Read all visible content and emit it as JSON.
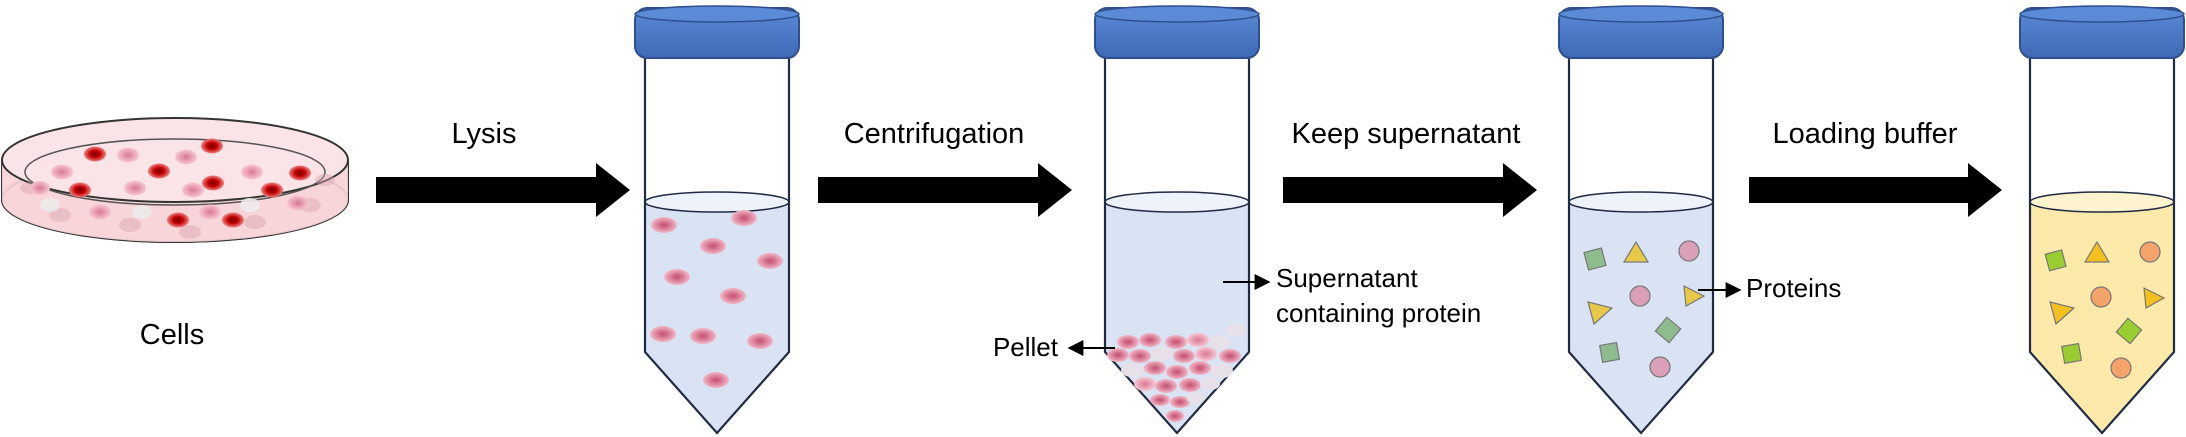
{
  "steps": {
    "cells_label": "Cells",
    "lysis_label": "Lysis",
    "centrifugation_label": "Centrifugation",
    "keep_supernatant_label": "Keep supernatant",
    "loading_buffer_label": "Loading buffer"
  },
  "annotations": {
    "pellet_label": "Pellet",
    "supernatant_line1": "Supernatant",
    "supernatant_line2": "containing protein",
    "proteins_label": "Proteins"
  },
  "colors": {
    "cap": "#4472c4",
    "cap_stroke": "#2f4f8f",
    "tube_stroke": "#1f2a44",
    "liquid_blue": "#dae3f3",
    "liquid_yellow": "#fde9a9",
    "cell_fill": "#e8a0b4",
    "cell_core": "#c0506f",
    "dish_fill": "#f8d7da",
    "red_cell": "#c00000",
    "arrow": "#000000",
    "protein_green": "#8fbc8f",
    "protein_yellow": "#e8c84a",
    "protein_pink": "#d9a0b8",
    "protein_orange": "#f4a36b"
  }
}
